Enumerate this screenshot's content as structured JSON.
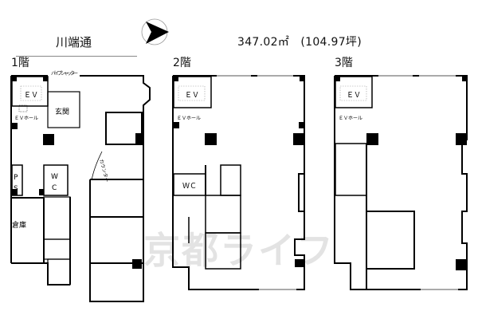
{
  "header": {
    "street_name": "川端通",
    "area": "347.02㎡　(104.97坪)",
    "compass_icon": "north-arrow-icon"
  },
  "floors": [
    {
      "label": "1階",
      "rooms": {
        "ev": "ＥＶ",
        "ev_hall": "ＥＶホール",
        "entrance": "玄関",
        "pipe_shutter": "パイプシャッター",
        "counter": "カウンター",
        "ps_p": "P",
        "ps_s": "S",
        "wc_w": "W",
        "wc_c": "C",
        "storage": "倉庫"
      }
    },
    {
      "label": "2階",
      "rooms": {
        "ev": "ＥＶ",
        "ev_hall": "ＥＶホール",
        "wc": "ＷＣ"
      }
    },
    {
      "label": "3階",
      "rooms": {
        "ev": "ＥＶ",
        "ev_hall": "ＥＶホール"
      }
    }
  ],
  "watermark": "京都ライフ"
}
